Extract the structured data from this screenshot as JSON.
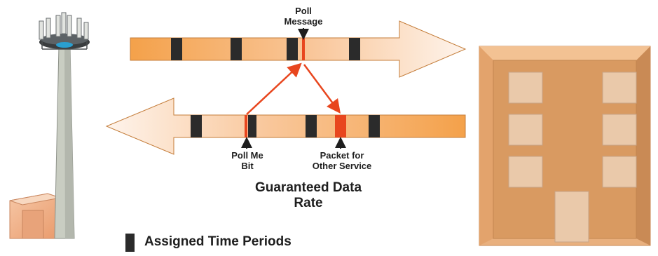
{
  "labels": {
    "poll_message": [
      "Poll",
      "Message"
    ],
    "poll_me_bit": [
      "Poll Me",
      "Bit"
    ],
    "packet_for_other_service": [
      "Packet for",
      "Other Service"
    ],
    "guaranteed_data_rate": [
      "Guaranteed Data",
      "Rate"
    ],
    "assigned_time_periods": "Assigned Time Periods"
  },
  "colors": {
    "arrow_orange": "#f4a14a",
    "arrow_light": "#fde7d4",
    "slot_dark": "#2b2b2b",
    "signal_red": "#e8461e",
    "building_face": "#d99a61",
    "building_window": "#eac9aa",
    "tower_pole": "#c8ccc0"
  },
  "icons": {
    "tower": "cell-tower-icon",
    "building": "building-icon"
  }
}
